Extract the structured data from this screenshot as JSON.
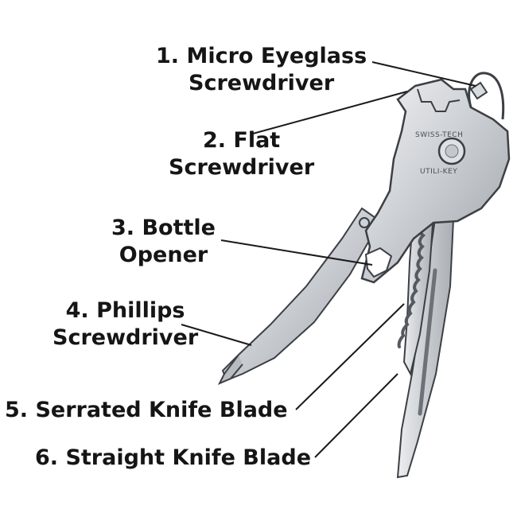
{
  "tool": {
    "engraving_top": "SWISS-TECH",
    "engraving_bottom": "UTILI-KEY"
  },
  "labels": [
    {
      "number": "1.",
      "lines": [
        "Micro Eyeglass",
        "Screwdriver"
      ]
    },
    {
      "number": "2.",
      "lines": [
        "Flat",
        "Screwdriver"
      ]
    },
    {
      "number": "3.",
      "lines": [
        "Bottle",
        "Opener"
      ]
    },
    {
      "number": "4.",
      "lines": [
        "Phillips",
        "Screwdriver"
      ]
    },
    {
      "number": "5.",
      "lines": [
        "Serrated Knife Blade"
      ]
    },
    {
      "number": "6.",
      "lines": [
        "Straight Knife Blade"
      ]
    }
  ],
  "colors": {
    "text": "#151515",
    "leader": "#1a1a1a",
    "metal_light": "#e6e8ea",
    "metal_dark": "#8e939a",
    "outline": "#3c3f44"
  }
}
